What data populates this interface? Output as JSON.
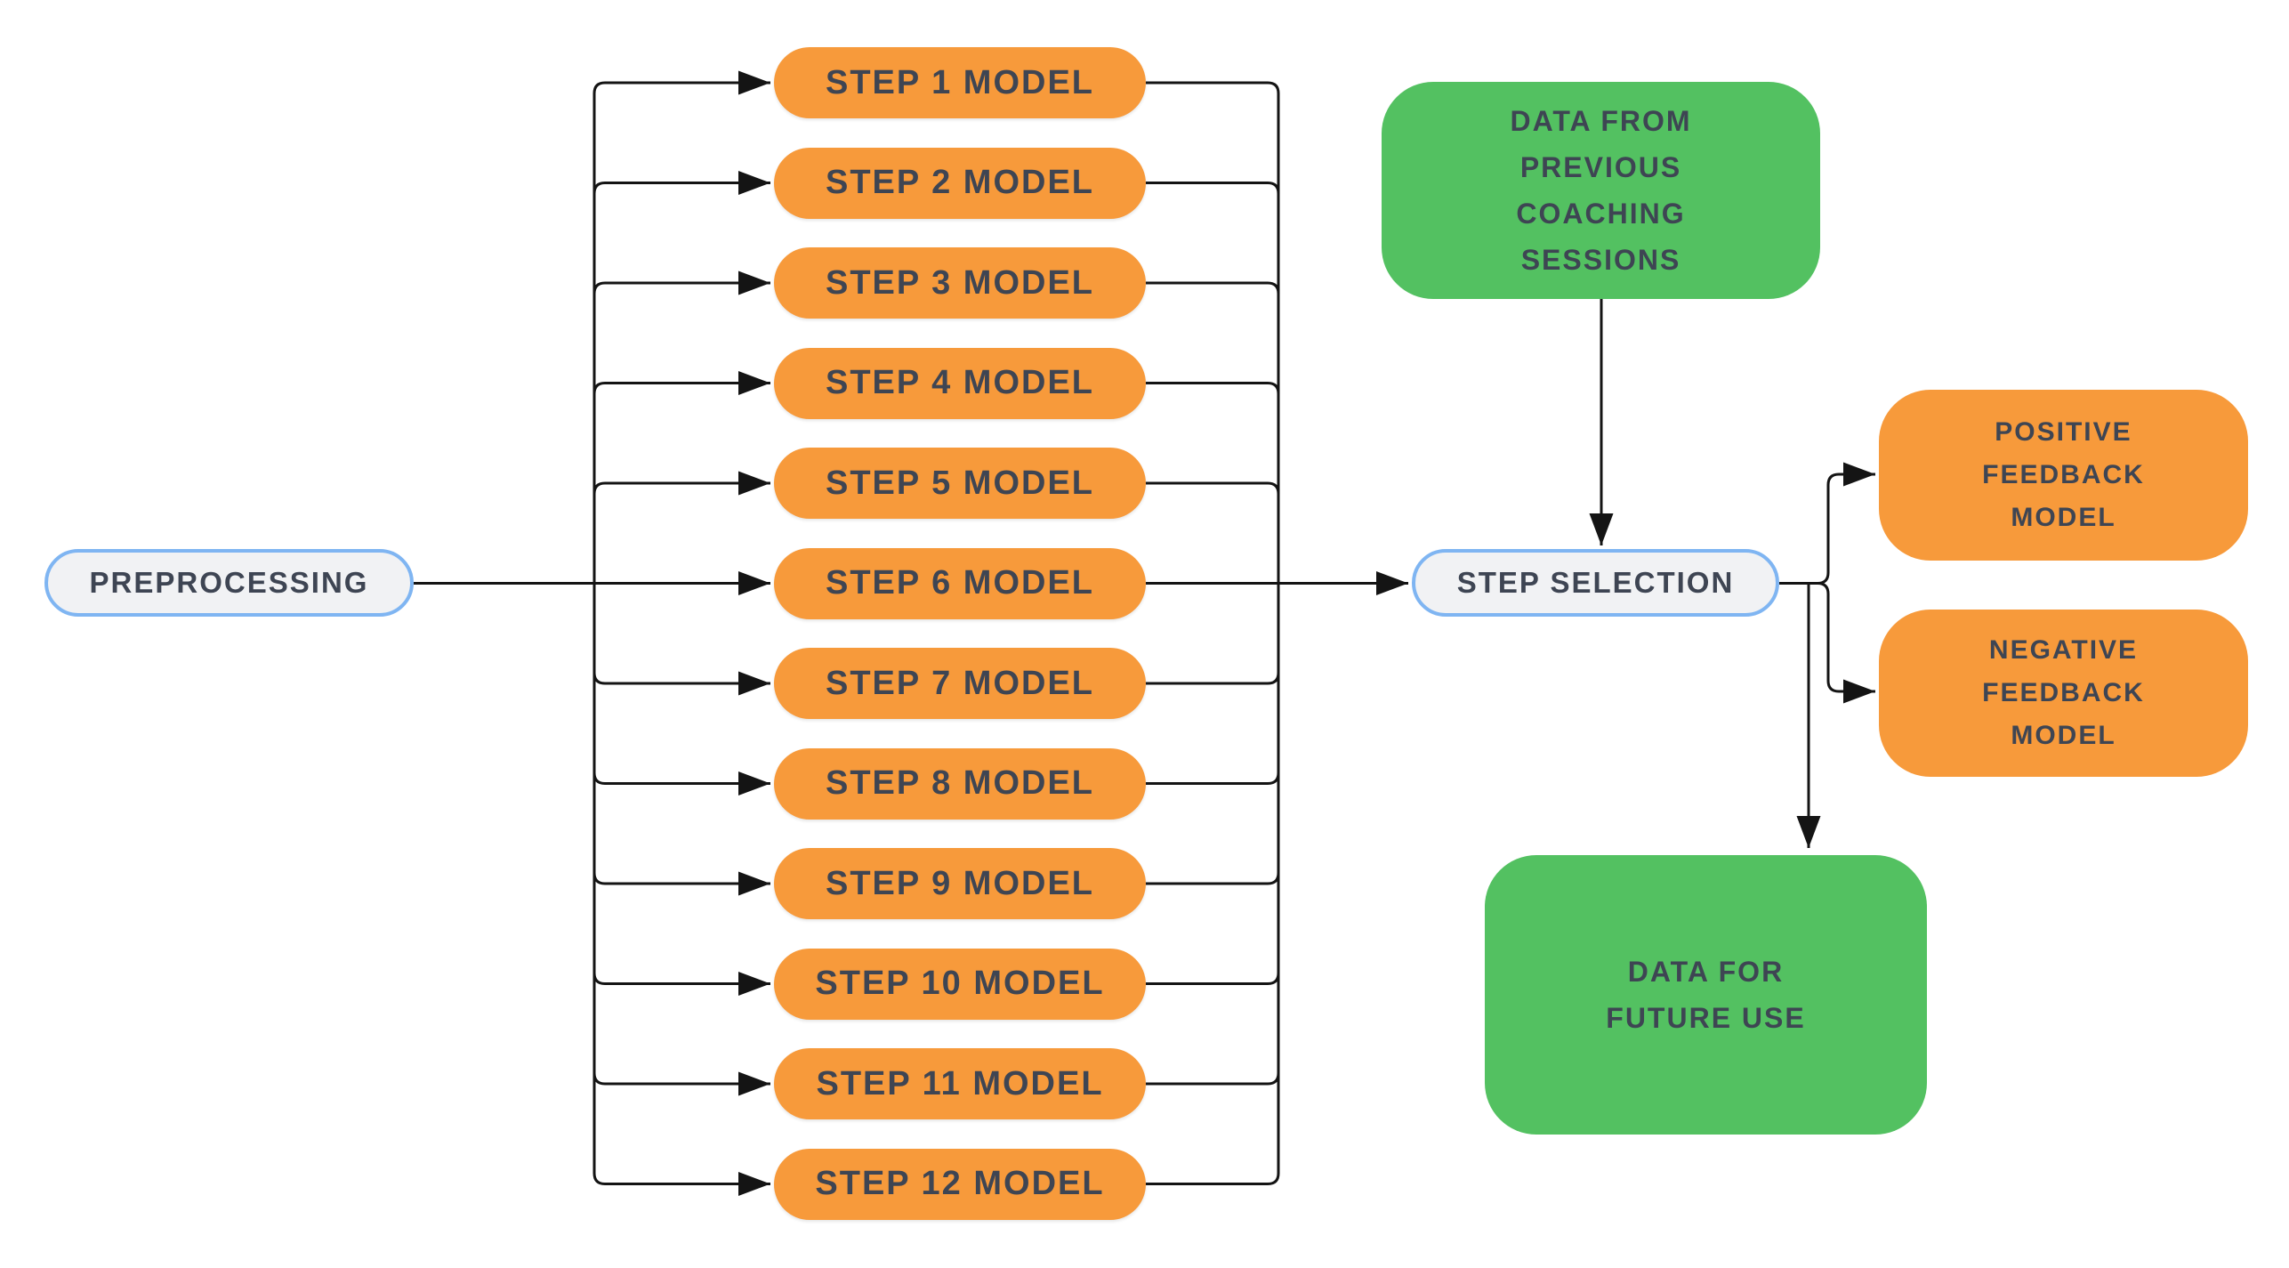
{
  "palette": {
    "orange": "#f79a3b",
    "green": "#53c161",
    "pill_fill": "#f1f2f4",
    "pill_border": "#7fb5f2",
    "text": "#3e4553",
    "line": "#141414",
    "background": "#ffffff"
  },
  "diagram": {
    "preprocessing": {
      "label": "PREPROCESSING"
    },
    "steps": [
      {
        "label": "STEP 1 MODEL"
      },
      {
        "label": "STEP 2 MODEL"
      },
      {
        "label": "STEP 3 MODEL"
      },
      {
        "label": "STEP 4 MODEL"
      },
      {
        "label": "STEP 5 MODEL"
      },
      {
        "label": "STEP 6 MODEL"
      },
      {
        "label": "STEP 7 MODEL"
      },
      {
        "label": "STEP 8 MODEL"
      },
      {
        "label": "STEP 9 MODEL"
      },
      {
        "label": "STEP 10 MODEL"
      },
      {
        "label": "STEP 11 MODEL"
      },
      {
        "label": "STEP 12 MODEL"
      }
    ],
    "step_selection": {
      "label": "STEP SELECTION"
    },
    "data_from_previous": {
      "label": "DATA FROM\nPREVIOUS\nCOACHING\nSESSIONS"
    },
    "positive_feedback": {
      "label": "POSITIVE\nFEEDBACK\nMODEL"
    },
    "negative_feedback": {
      "label": "NEGATIVE\nFEEDBACK\nMODEL"
    },
    "data_for_future": {
      "label": "DATA FOR\nFUTURE USE"
    }
  }
}
